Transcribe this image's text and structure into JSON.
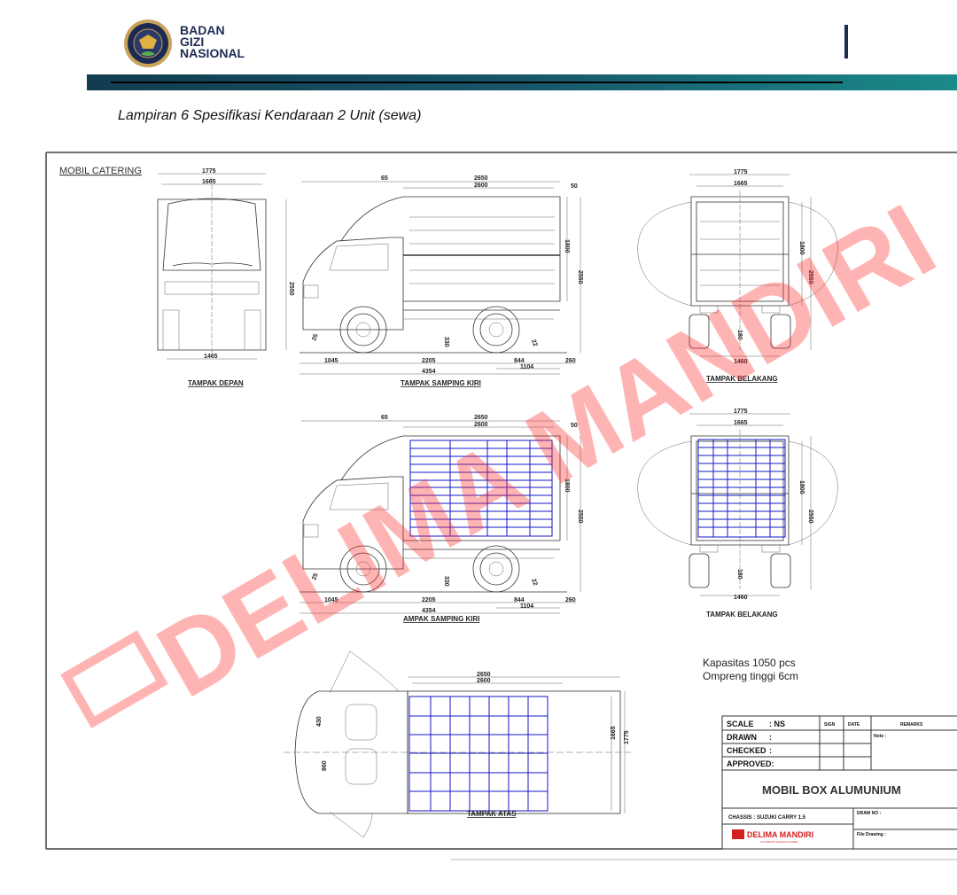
{
  "header": {
    "org_name_lines": [
      "BADAN",
      "GIZI",
      "NASIONAL"
    ],
    "logo_ring_text": "BADAN GIZI NASIONAL REPUBLIK INDONESIA"
  },
  "caption": "Lampiran 6 Spesifikasi Kendaraan 2 Unit (sewa)",
  "drawing": {
    "heading": "MOBIL CATERING",
    "watermark": "DELIMA MANDIRI",
    "front_view": {
      "label": "TAMPAK  DEPAN",
      "dims": [
        "1775",
        "1665",
        "2550",
        "1465"
      ]
    },
    "side_view_1": {
      "label": "TAMPAK  SAMPING  KIRI",
      "dims": [
        "65",
        "2650",
        "2600",
        "50",
        "1800",
        "2550",
        "1045",
        "2205",
        "844",
        "260",
        "1104",
        "4354",
        "330",
        "25",
        "22"
      ]
    },
    "rear_view_1": {
      "label": "TAMPAK  BELAKANG",
      "dims": [
        "1775",
        "1665",
        "1800",
        "2550",
        "180",
        "1460"
      ]
    },
    "side_view_2": {
      "label": "AMPAK  SAMPING  KIRI",
      "dims": [
        "65",
        "2650",
        "2600",
        "50",
        "1800",
        "2550",
        "1045",
        "2205",
        "844",
        "260",
        "1104",
        "4354",
        "330",
        "25",
        "22"
      ]
    },
    "rear_view_2": {
      "label": "TAMPAK  BELAKANG",
      "dims": [
        "1775",
        "1665",
        "1800",
        "2550",
        "180",
        "1460"
      ]
    },
    "top_view": {
      "label": "TAMPAK  ATAS",
      "dims": [
        "2650",
        "2600",
        "1665",
        "1775",
        "430",
        "860"
      ]
    },
    "notes": [
      "Kapasitas 1050 pcs",
      "Ompreng tinggi 6cm"
    ]
  },
  "title_block": {
    "scale_label": "SCALE",
    "scale_value": ": NS",
    "drawn_label": "DRAWN",
    "drawn_value": ":",
    "checked_label": "CHECKED",
    "checked_value": ":",
    "approved_label": "APPROVED:",
    "sign_header": "SIGN",
    "date_header": "DATE",
    "remarks_header": "REMARKS",
    "note_label": "Note :",
    "title": "MOBIL BOX ALUMUNIUM",
    "chassis": "CHASSIS : SUZUKI CARRY 1.5",
    "draw_no_label": "DRAW NO :",
    "file_label": "File Drawing :",
    "company": "DELIMA MANDIRI",
    "company_tagline": "AUTOBODY MANUFACTURER"
  },
  "colors": {
    "navy": "#1d2b52",
    "teal": "#1a8a8a",
    "grid_blue": "#1515c8",
    "watermark_red": "#ff2a2a"
  }
}
